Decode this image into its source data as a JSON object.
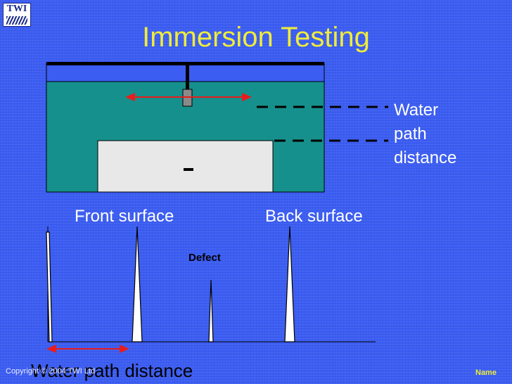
{
  "header": {
    "logo_text": "TWI",
    "title": "Immersion Testing"
  },
  "tank": {
    "water_color": "#16908c",
    "specimen_color": "#e8e8e8",
    "water_path_label": [
      "Water",
      "path",
      "distance"
    ]
  },
  "ascan": {
    "front_surface_label": "Front surface",
    "back_surface_label": "Back surface",
    "defect_label": "Defect",
    "water_path_distance_label": "Water path distance",
    "accent_color": "#e81c1c"
  },
  "footer": {
    "copyright": "Copyright © 2004 TWI Ltd",
    "name": "Name"
  }
}
